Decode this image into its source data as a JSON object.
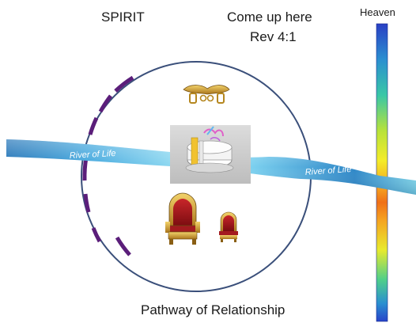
{
  "labels": {
    "spirit": "SPIRIT",
    "come_up_here": "Come up here",
    "rev_reference": "Rev 4:1",
    "heaven": "Heaven",
    "river_left": "River of Life",
    "river_right": "River of Life",
    "pathway": "Pathway of Relationship"
  },
  "colors": {
    "circle_stroke": "#3a4f7a",
    "dash_arcs": "#5b1e7a",
    "river_dark": "#1a6fb5",
    "river_light": "#dff6ff",
    "bar_blue": "#2743c9",
    "bar_yellow": "#f3ea2b",
    "bar_orange": "#f07a18"
  },
  "icons": {
    "ark": "ark-of-covenant-icon",
    "throne_large": "throne-icon",
    "throne_small": "throne-icon",
    "altar": "altar-icon"
  }
}
